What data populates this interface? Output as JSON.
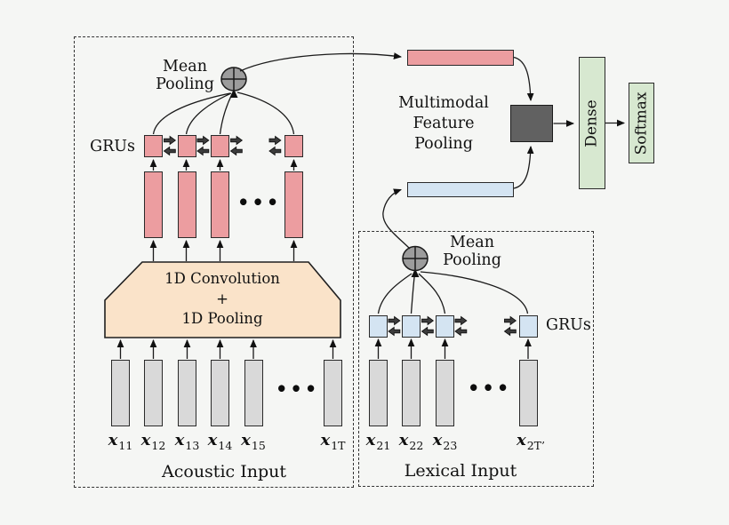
{
  "ellipsis": "•••",
  "colors": {
    "background": "#f5f6f4",
    "acoustic_pink": "#ec9da0",
    "lexical_blue": "#d4e4f2",
    "conv_peach": "#fae3c9",
    "dense_green": "#d7e8d0",
    "fusion_gray": "#616161",
    "input_gray": "#d9d9d9",
    "pooling_circle_gray": "#9c9c9c"
  },
  "acoustic": {
    "caption": "Acoustic Input",
    "mean_pooling_line1": "Mean",
    "mean_pooling_line2": "Pooling",
    "grus_label": "GRUs",
    "conv_block": {
      "line1": "1D Convolution",
      "line2": "+",
      "line3": "1D Pooling"
    },
    "inputs": [
      {
        "base": "x",
        "sub": "11"
      },
      {
        "base": "x",
        "sub": "12"
      },
      {
        "base": "x",
        "sub": "13"
      },
      {
        "base": "x",
        "sub": "14"
      },
      {
        "base": "x",
        "sub": "15"
      },
      {
        "base": "x",
        "sub": "1T"
      }
    ]
  },
  "lexical": {
    "caption": "Lexical Input",
    "mean_pooling_line1": "Mean",
    "mean_pooling_line2": "Pooling",
    "grus_label": "GRUs",
    "inputs": [
      {
        "base": "x",
        "sub": "21"
      },
      {
        "base": "x",
        "sub": "22"
      },
      {
        "base": "x",
        "sub": "23"
      },
      {
        "base": "x",
        "sub": "2T’"
      }
    ]
  },
  "fusion": {
    "label_line1": "Multimodal",
    "label_line2": "Feature",
    "label_line3": "Pooling",
    "dense_label": "Dense",
    "softmax_label": "Softmax"
  }
}
